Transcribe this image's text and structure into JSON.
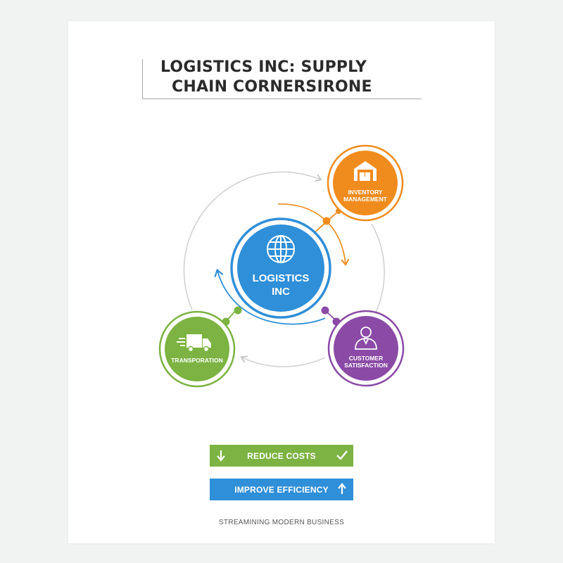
{
  "title": {
    "line1": "LOGISTICS INC: SUPPLY",
    "line2": "CHAIN CORNERSIRONE"
  },
  "center": {
    "line1": "LOGISTICS",
    "line2": "INC",
    "icon": "globe-icon",
    "color": "#2f8fd8"
  },
  "nodes": {
    "inventory": {
      "line1": "INVENTORY",
      "line2": "MANAGEMENT",
      "icon": "warehouse-icon",
      "color": "#f08c1e"
    },
    "transport": {
      "line1": "TRANSPORATION",
      "icon": "truck-icon",
      "color": "#7cb342"
    },
    "customer": {
      "line1": "CUSTOMER",
      "line2": "SATISFACTION",
      "icon": "person-icon",
      "color": "#8a4aa6"
    }
  },
  "kpis": {
    "reduce": {
      "label": "REDUCE COSTS",
      "left_icon": "arrow-down-icon",
      "right_icon": "checkmark-icon",
      "color": "#7cb342"
    },
    "improve": {
      "label": "IMPROVE EFFICIENCY",
      "right_icon": "arrow-up-icon",
      "color": "#2f8fd8"
    }
  },
  "tagline": "STREAMINING MODERN BUSINESS"
}
